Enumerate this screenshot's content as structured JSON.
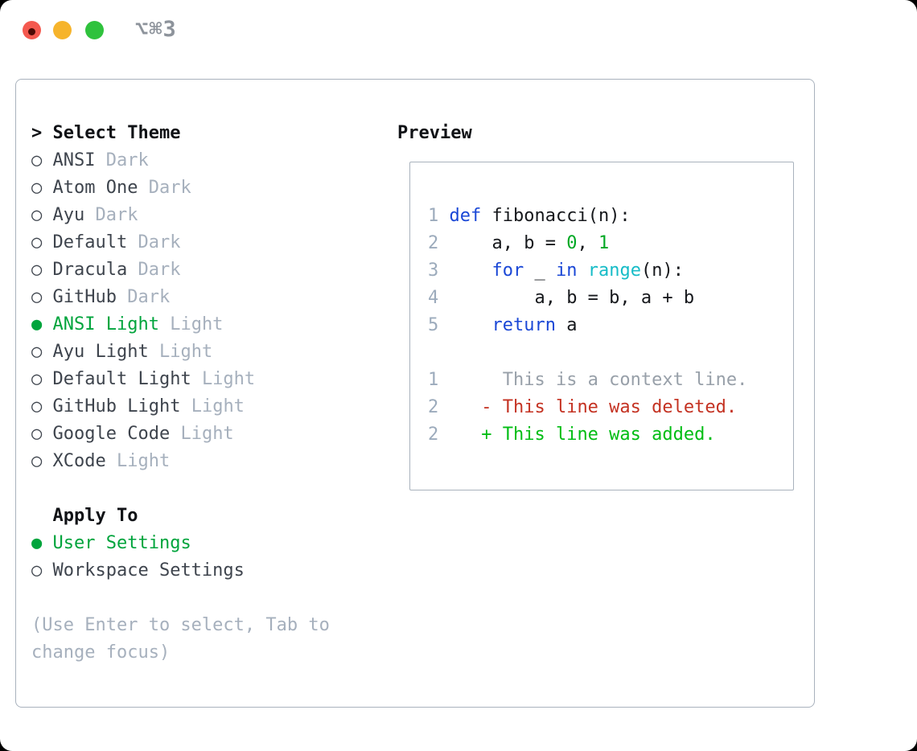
{
  "window": {
    "title": "⌥⌘3"
  },
  "markers": {
    "selected": "●",
    "unselected": "○"
  },
  "theme_panel": {
    "prompt": ">",
    "title": "Select Theme",
    "items": [
      {
        "name": "ANSI",
        "tag": "Dark",
        "selected": false
      },
      {
        "name": "Atom One",
        "tag": "Dark",
        "selected": false
      },
      {
        "name": "Ayu",
        "tag": "Dark",
        "selected": false
      },
      {
        "name": "Default",
        "tag": "Dark",
        "selected": false
      },
      {
        "name": "Dracula",
        "tag": "Dark",
        "selected": false
      },
      {
        "name": "GitHub",
        "tag": "Dark",
        "selected": false
      },
      {
        "name": "ANSI Light",
        "tag": "Light",
        "selected": true
      },
      {
        "name": "Ayu Light",
        "tag": "Light",
        "selected": false
      },
      {
        "name": "Default Light",
        "tag": "Light",
        "selected": false
      },
      {
        "name": "GitHub Light",
        "tag": "Light",
        "selected": false
      },
      {
        "name": "Google Code",
        "tag": "Light",
        "selected": false
      },
      {
        "name": "XCode",
        "tag": "Light",
        "selected": false
      }
    ],
    "apply": {
      "title": "Apply To",
      "items": [
        {
          "name": "User Settings",
          "selected": true
        },
        {
          "name": "Workspace Settings",
          "selected": false
        }
      ]
    },
    "hint_lines": [
      "(Use Enter to select, Tab to",
      "change focus)"
    ]
  },
  "preview": {
    "title": "Preview",
    "code_lines": [
      {
        "n": "1",
        "segs": [
          {
            "t": "def",
            "c": "kw"
          },
          {
            "t": " fibonacci(n):",
            "c": "pl"
          }
        ]
      },
      {
        "n": "2",
        "segs": [
          {
            "t": "    a, b = ",
            "c": "pl"
          },
          {
            "t": "0",
            "c": "num"
          },
          {
            "t": ", ",
            "c": "pl"
          },
          {
            "t": "1",
            "c": "num"
          }
        ]
      },
      {
        "n": "3",
        "segs": [
          {
            "t": "    ",
            "c": "pl"
          },
          {
            "t": "for",
            "c": "kw"
          },
          {
            "t": " _ ",
            "c": "pl"
          },
          {
            "t": "in",
            "c": "kw"
          },
          {
            "t": " ",
            "c": "pl"
          },
          {
            "t": "range",
            "c": "cy"
          },
          {
            "t": "(n):",
            "c": "pl"
          }
        ]
      },
      {
        "n": "4",
        "segs": [
          {
            "t": "        a, b = b, a + b",
            "c": "pl"
          }
        ]
      },
      {
        "n": "5",
        "segs": [
          {
            "t": "    ",
            "c": "pl"
          },
          {
            "t": "return",
            "c": "kw"
          },
          {
            "t": " a",
            "c": "pl"
          }
        ]
      },
      {
        "n": "",
        "segs": []
      },
      {
        "n": "1",
        "segs": [
          {
            "t": "     This is a context line.",
            "c": "ctx"
          }
        ]
      },
      {
        "n": "2",
        "segs": [
          {
            "t": "   - This line was deleted.",
            "c": "del"
          }
        ]
      },
      {
        "n": "2",
        "segs": [
          {
            "t": "   + This line was added.",
            "c": "add"
          }
        ]
      }
    ]
  },
  "colors": {
    "selected_green": "#00a43c",
    "added_green": "#00bd13",
    "number_green": "#00a824",
    "deleted_red": "#c43222",
    "keyword_blue": "#1a47d6",
    "builtin_cyan": "#16bcc7",
    "muted_gray": "#a6b0bd",
    "gutter_gray": "#9cabbc",
    "context_gray": "#98a0a9",
    "text_dark": "#3e444d",
    "header_black": "#101216",
    "border_gray": "#a9b2bd",
    "traffic_red": "#f4594f",
    "traffic_yellow": "#f6b42c",
    "traffic_green": "#2fc23d"
  }
}
